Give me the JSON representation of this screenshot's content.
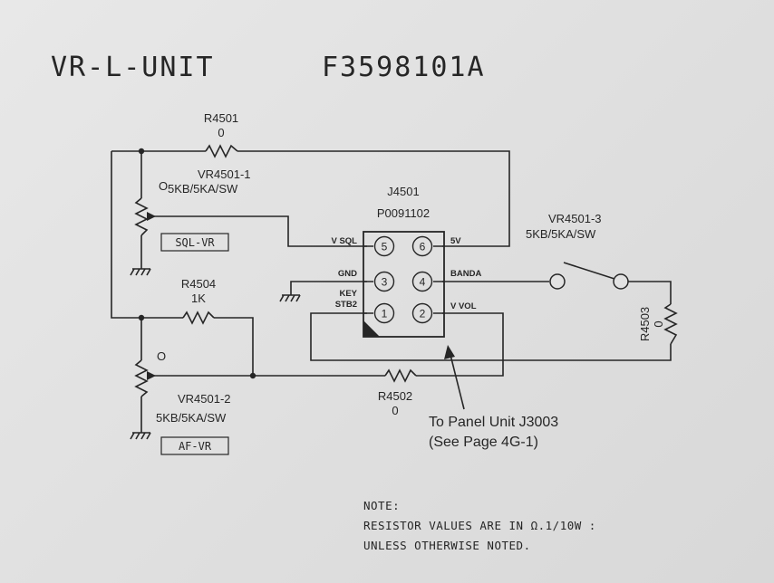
{
  "title": {
    "unit_name": "VR-L-UNIT",
    "part_number": "F3598101A"
  },
  "components": {
    "r4501": {
      "ref": "R4501",
      "value": "0"
    },
    "vr4501_1": {
      "ref": "VR4501-1",
      "value": "5KB/5KA/SW",
      "terminal_mark": "O",
      "function_label": "SQL-VR"
    },
    "r4504": {
      "ref": "R4504",
      "value": "1K"
    },
    "vr4501_2": {
      "ref": "VR4501-2",
      "value": "5KB/5KA/SW",
      "terminal_mark": "O",
      "function_label": "AF-VR"
    },
    "r4502": {
      "ref": "R4502",
      "value": "0"
    },
    "vr4501_3": {
      "ref": "VR4501-3",
      "value": "5KB/5KA/SW"
    },
    "r4503": {
      "ref": "R4503",
      "value": "0"
    }
  },
  "connector": {
    "ref": "J4501",
    "part_number": "P0091102",
    "pins": [
      {
        "number": "5",
        "signal": "V SQL"
      },
      {
        "number": "6",
        "signal": "5V"
      },
      {
        "number": "3",
        "signal": "GND"
      },
      {
        "number": "4",
        "signal": "BANDA"
      },
      {
        "number": "1",
        "signal_line1": "KEY",
        "signal_line2": "STB2"
      },
      {
        "number": "2",
        "signal": "V VOL"
      }
    ]
  },
  "annotation": {
    "line1": "To Panel Unit J3003",
    "line2": "(See Page 4G-1)"
  },
  "note": {
    "heading": "NOTE:",
    "line1": "RESISTOR  VALUES ARE IN Ω.1/10W :",
    "line2": "UNLESS OTHERWISE NOTED."
  }
}
